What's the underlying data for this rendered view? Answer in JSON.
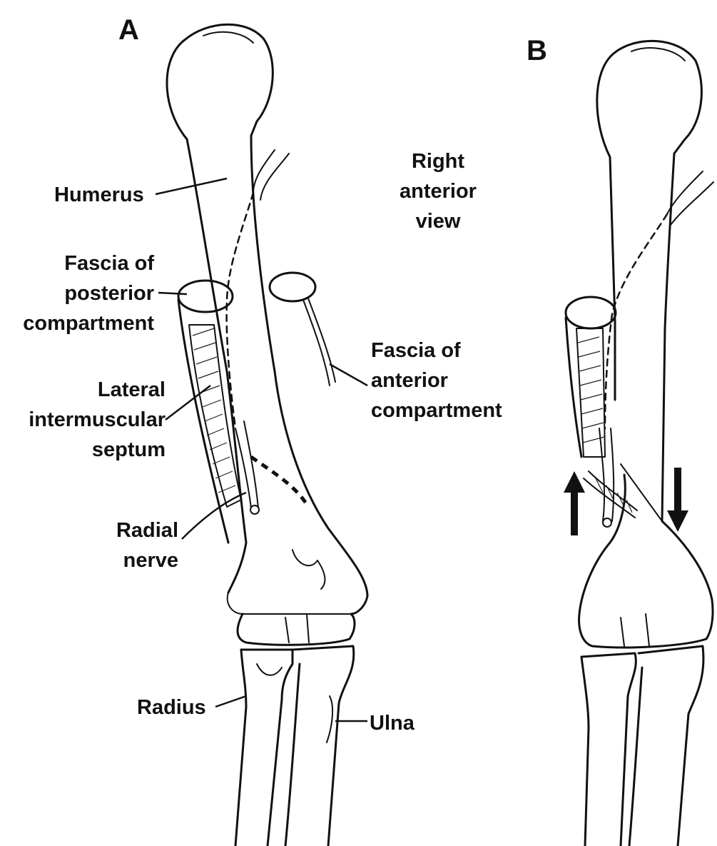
{
  "panels": {
    "a": "A",
    "b": "B"
  },
  "view": {
    "line1": "Right",
    "line2": "anterior",
    "line3": "view"
  },
  "labels": {
    "humerus": "Humerus",
    "fascia_post_1": "Fascia of",
    "fascia_post_2": "posterior",
    "fascia_post_3": "compartment",
    "lateral_1": "Lateral",
    "lateral_2": "intermuscular",
    "lateral_3": "septum",
    "fascia_ant_1": "Fascia of",
    "fascia_ant_2": "anterior",
    "fascia_ant_3": "compartment",
    "radial_1": "Radial",
    "radial_2": "nerve",
    "radius": "Radius",
    "ulna": "Ulna"
  },
  "colors": {
    "ink": "#111111",
    "paper": "#ffffff"
  }
}
